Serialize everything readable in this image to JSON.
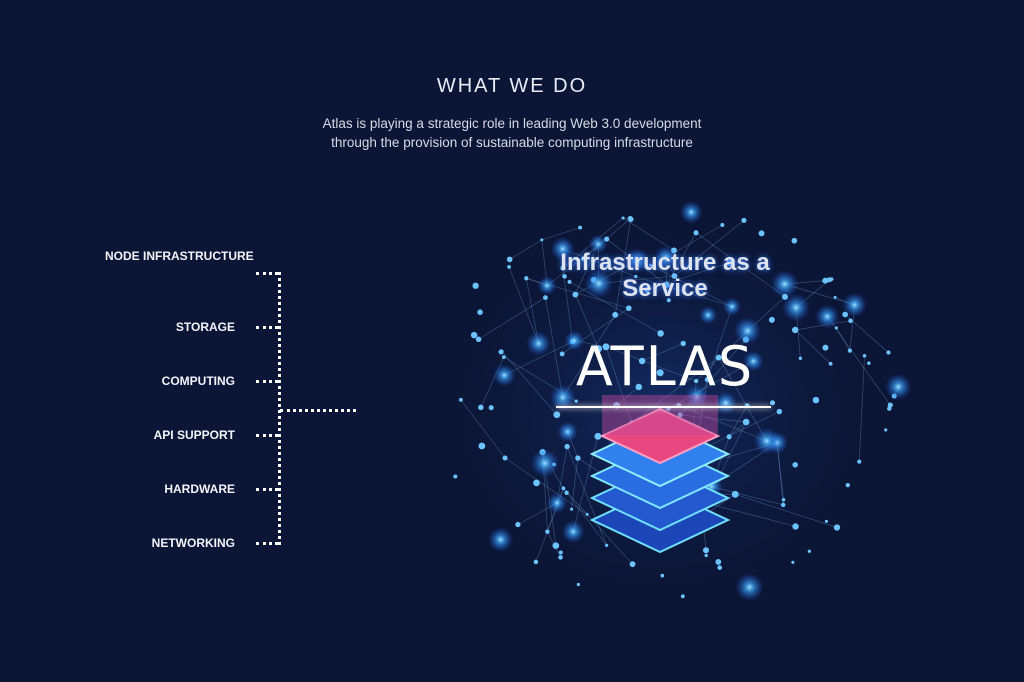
{
  "header": {
    "title": "WHAT WE DO",
    "subtitle": "Atlas is playing a strategic role in leading Web 3.0 development through the provision of sustainable computing infrastructure"
  },
  "services": [
    {
      "label": "NODE INFRASTRUCTURE"
    },
    {
      "label": "STORAGE"
    },
    {
      "label": "COMPUTING"
    },
    {
      "label": "API SUPPORT"
    },
    {
      "label": "HARDWARE"
    },
    {
      "label": "NETWORKING"
    }
  ],
  "graphic": {
    "tagline": "Infrastructure as a Service",
    "logo_text": "ATLAS"
  },
  "colors": {
    "background": "#0b1535",
    "node": "#3fa9ff",
    "server_top": "#f0508a",
    "server_layer": "#2a6de0"
  }
}
